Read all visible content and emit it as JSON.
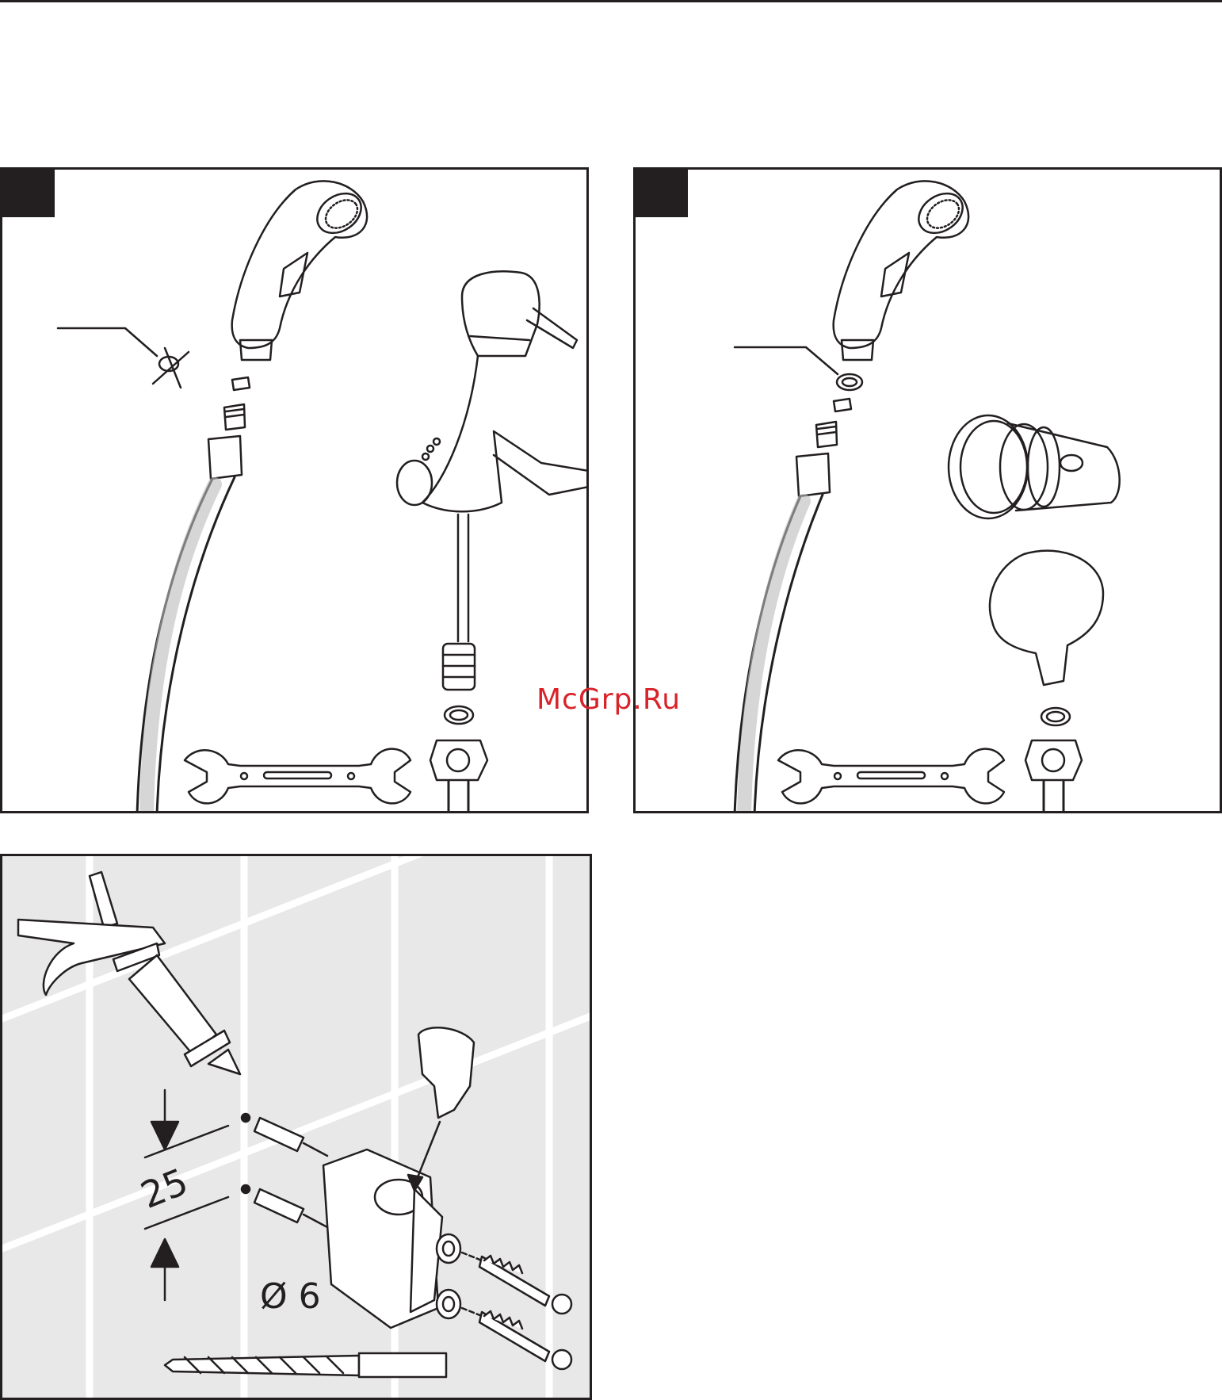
{
  "watermark": "McGrp.Ru",
  "steps": [
    {
      "id": 1,
      "label": ""
    },
    {
      "id": 2,
      "label": ""
    },
    {
      "id": 3,
      "label": ""
    }
  ],
  "panel3": {
    "hole_spacing_mm": "25",
    "drill_size": "Ø 6"
  },
  "colors": {
    "line": "#231f20",
    "tile": "#e8e8e8",
    "watermark": "#d9232a"
  }
}
